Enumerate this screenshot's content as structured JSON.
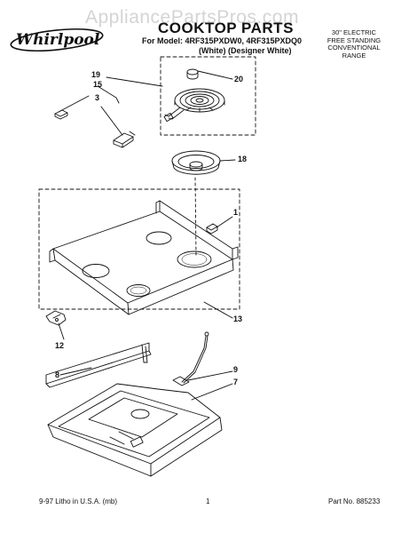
{
  "watermark": "AppliancePartsPros.com",
  "brand": "Whirlpool",
  "header": {
    "title": "COOKTOP PARTS",
    "models_line": "For Model: 4RF315PXDW0, 4RF315PXDQ0",
    "colors_line": "(White)  (Designer White)",
    "range_lines": [
      "30\" ELECTRIC",
      "FREE STANDING",
      "CONVENTIONAL",
      "RANGE"
    ]
  },
  "callouts": {
    "c19": "19",
    "c15": "15",
    "c3": "3",
    "c20": "20",
    "c18": "18",
    "c1": "1",
    "c13": "13",
    "c12": "12",
    "c8": "8",
    "c9": "9",
    "c7": "7"
  },
  "footer": {
    "left": "9-97 Litho in U.S.A. (mb)",
    "center": "1",
    "right": "Part No. 885233"
  },
  "colors": {
    "ink": "#111111",
    "watermark": "#d4d4d4",
    "background": "#ffffff"
  }
}
